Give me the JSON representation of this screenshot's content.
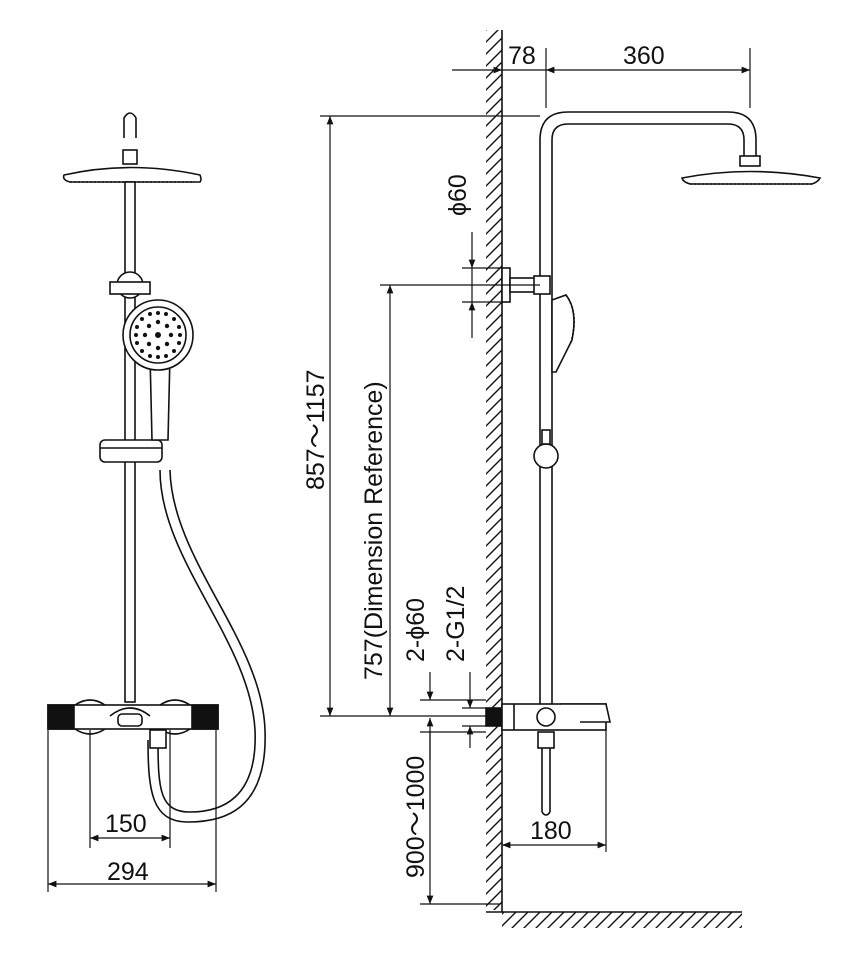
{
  "drawing": {
    "front_view": {
      "width_total": "294",
      "width_inlets": "150"
    },
    "side_view": {
      "wall_to_bar": "78",
      "arm_length": "360",
      "bracket_diameter": "ϕ60",
      "total_height": "857～1157",
      "reference_height": "757(Dimension Reference)",
      "inlet_covers": "2-ϕ60",
      "inlet_threads": "2-G1/2",
      "mixer_height": "900～1000",
      "spout_length": "180"
    },
    "colors": {
      "line": "#111111",
      "background": "#ffffff"
    }
  }
}
